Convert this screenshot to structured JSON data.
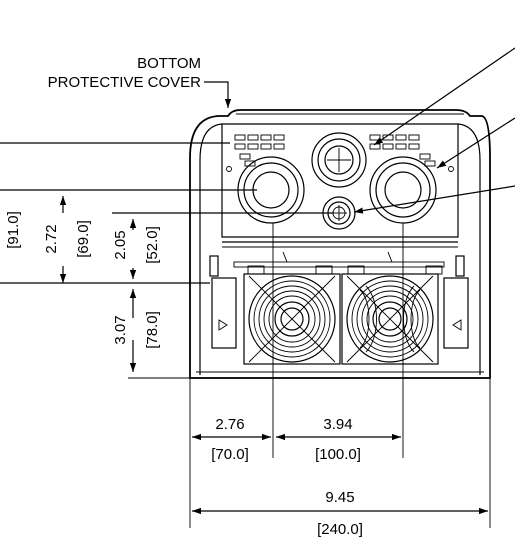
{
  "callout": {
    "line1": "BOTTOM",
    "line2": "PROTECTIVE COVER"
  },
  "dimensions": {
    "left_partial": "[91.0]",
    "height_69": {
      "inch": "2.72",
      "mm": "[69.0]"
    },
    "height_52": {
      "inch": "2.05",
      "mm": "[52.0]"
    },
    "height_78": {
      "inch": "3.07",
      "mm": "[78.0]"
    },
    "width_70": {
      "inch": "2.76",
      "mm": "[70.0]"
    },
    "width_100": {
      "inch": "3.94",
      "mm": "[100.0]"
    },
    "width_240": {
      "inch": "9.45",
      "mm": "[240.0]"
    }
  },
  "colors": {
    "ink": "#000000",
    "background": "#ffffff"
  }
}
